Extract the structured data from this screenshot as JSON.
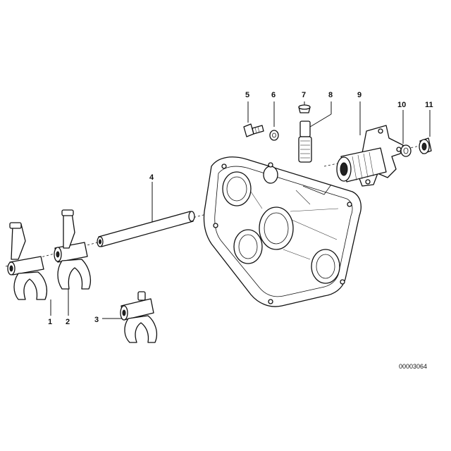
{
  "parts": [
    {
      "id": "part-1",
      "label": "1"
    },
    {
      "id": "part-2",
      "label": "2"
    },
    {
      "id": "part-3",
      "label": "3"
    },
    {
      "id": "part-4",
      "label": "4"
    },
    {
      "id": "part-5",
      "label": "5"
    },
    {
      "id": "part-6",
      "label": "6"
    },
    {
      "id": "part-7",
      "label": "7"
    },
    {
      "id": "part-8",
      "label": "8"
    },
    {
      "id": "part-9",
      "label": "9"
    },
    {
      "id": "part-10",
      "label": "10"
    },
    {
      "id": "part-11",
      "label": "11"
    }
  ],
  "drawing_number": "00003064"
}
